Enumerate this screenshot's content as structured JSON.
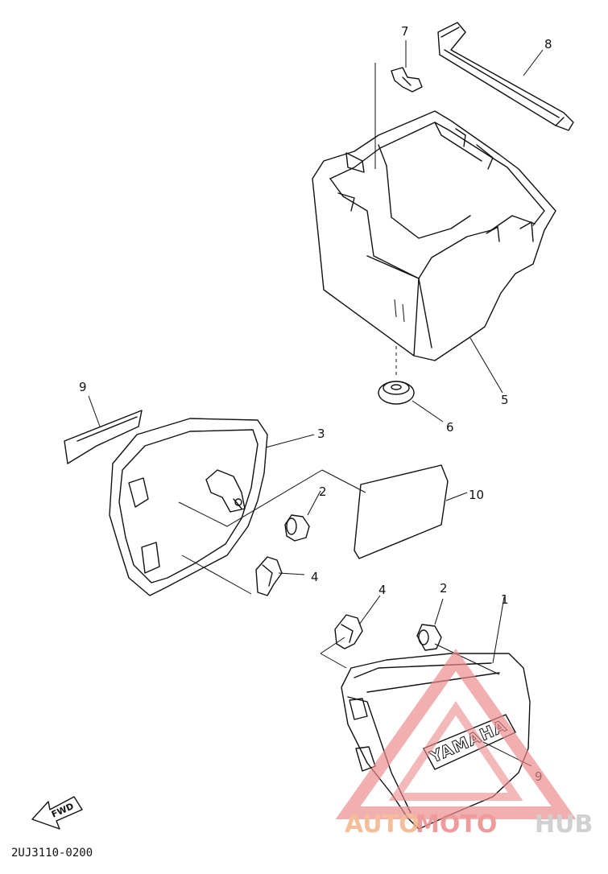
{
  "diagram": {
    "callouts": {
      "c1": "1",
      "c2a": "2",
      "c2b": "2",
      "c3": "3",
      "c4a": "4",
      "c4b": "4",
      "c5": "5",
      "c6": "6",
      "c7": "7",
      "c8": "8",
      "c9a": "9",
      "c9b": "9",
      "c10": "10"
    },
    "fwd_label": "FWD",
    "decal_text": "YAMAHA",
    "drawing_code": "2UJ3110-0200"
  },
  "watermark": {
    "part1": "AUTO",
    "part2": "MOTO",
    "part3": "HUB",
    "color_orange": "#f3b38a",
    "color_red": "#ec8a8a",
    "color_grey": "#c9c9c9"
  }
}
